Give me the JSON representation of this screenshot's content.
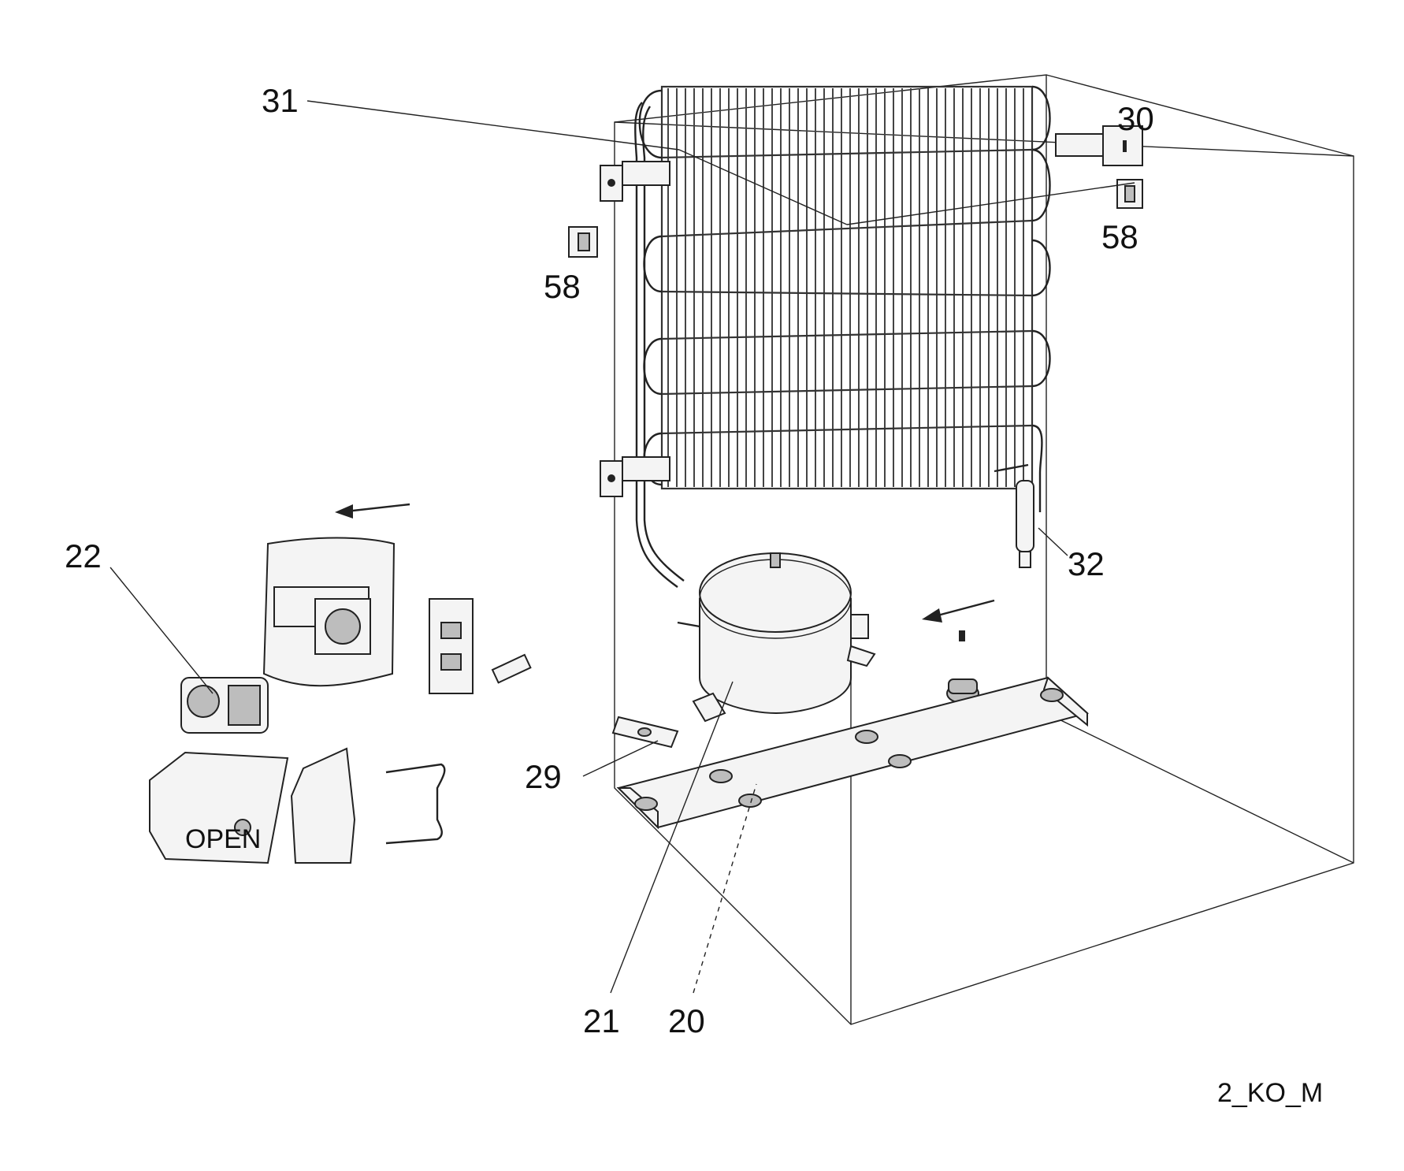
{
  "diagram": {
    "callouts": {
      "c31": "31",
      "c30": "30",
      "c58a": "58",
      "c58b": "58",
      "c32": "32",
      "c22": "22",
      "c29": "29",
      "c21": "21",
      "c20": "20"
    },
    "drawing_code": "2_KO_M",
    "cover_text": "OPEN"
  }
}
